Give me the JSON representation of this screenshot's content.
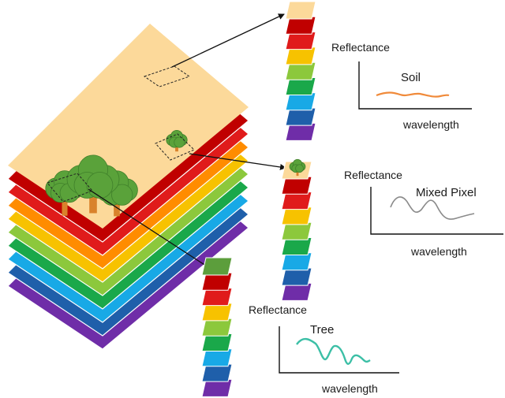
{
  "cube_layer_colors": [
    "#6f2da8",
    "#1f5faa",
    "#18a9e6",
    "#1aa84a",
    "#8cc83c",
    "#f7c200",
    "#ff8c00",
    "#e01b1b",
    "#c00000"
  ],
  "top_layer_color": "#fcd99a",
  "spectral_stacks": [
    {
      "name": "soil-stack",
      "top_color": "#fcd99a",
      "top_icon": "",
      "layer_colors": [
        "#c00000",
        "#e01b1b",
        "#f7c200",
        "#8cc83c",
        "#1aa84a",
        "#18a9e6",
        "#1f5faa",
        "#6f2da8"
      ]
    },
    {
      "name": "mixed-stack",
      "top_color": "#fcd99a",
      "top_icon": "tree-icon",
      "layer_colors": [
        "#c00000",
        "#e01b1b",
        "#f7c200",
        "#8cc83c",
        "#1aa84a",
        "#18a9e6",
        "#1f5faa",
        "#6f2da8"
      ]
    },
    {
      "name": "tree-stack",
      "top_color": "#5c9e3c",
      "top_icon": "",
      "layer_colors": [
        "#c00000",
        "#e01b1b",
        "#f7c200",
        "#8cc83c",
        "#1aa84a",
        "#18a9e6",
        "#1f5faa",
        "#6f2da8"
      ]
    }
  ],
  "spectra": [
    {
      "name": "soil",
      "y_label": "Reflectance",
      "curve_label": "Soil",
      "x_label": "wavelength",
      "curve_color": "#f08a3a"
    },
    {
      "name": "mixed",
      "y_label": "Reflectance",
      "curve_label": "Mixed Pixel",
      "x_label": "wavelength",
      "curve_color": "#8a8a8a"
    },
    {
      "name": "tree",
      "y_label": "Reflectance",
      "curve_label": "Tree",
      "x_label": "wavelength",
      "curve_color": "#3cbfa6"
    }
  ],
  "tree_colors": {
    "foliage": "#5aa23a",
    "foliage_dark": "#3f7f2a",
    "trunk": "#d9822b"
  }
}
